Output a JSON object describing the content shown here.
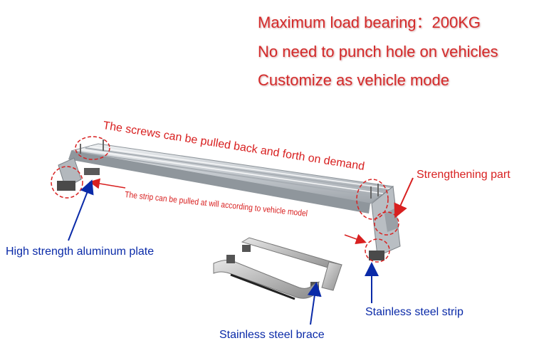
{
  "headlines": {
    "load": "Maximum load bearing：200KG",
    "no_punch": "No need to punch hole on vehicles",
    "customize": "Customize as vehicle mode"
  },
  "labels": {
    "screws": "The screws can be pulled back and forth on demand",
    "strip_pull": "The strip can be pulled at will according to vehicle model",
    "strengthening": "Strengthening part",
    "aluminum_plate": "High strength aluminum plate",
    "steel_brace": "Stainless steel brace",
    "steel_strip": "Stainless steel strip"
  },
  "colors": {
    "headline": "#d42a2a",
    "annotation_red": "#d82020",
    "annotation_blue": "#0a2aa8",
    "aluminum": "#c9ced3"
  }
}
